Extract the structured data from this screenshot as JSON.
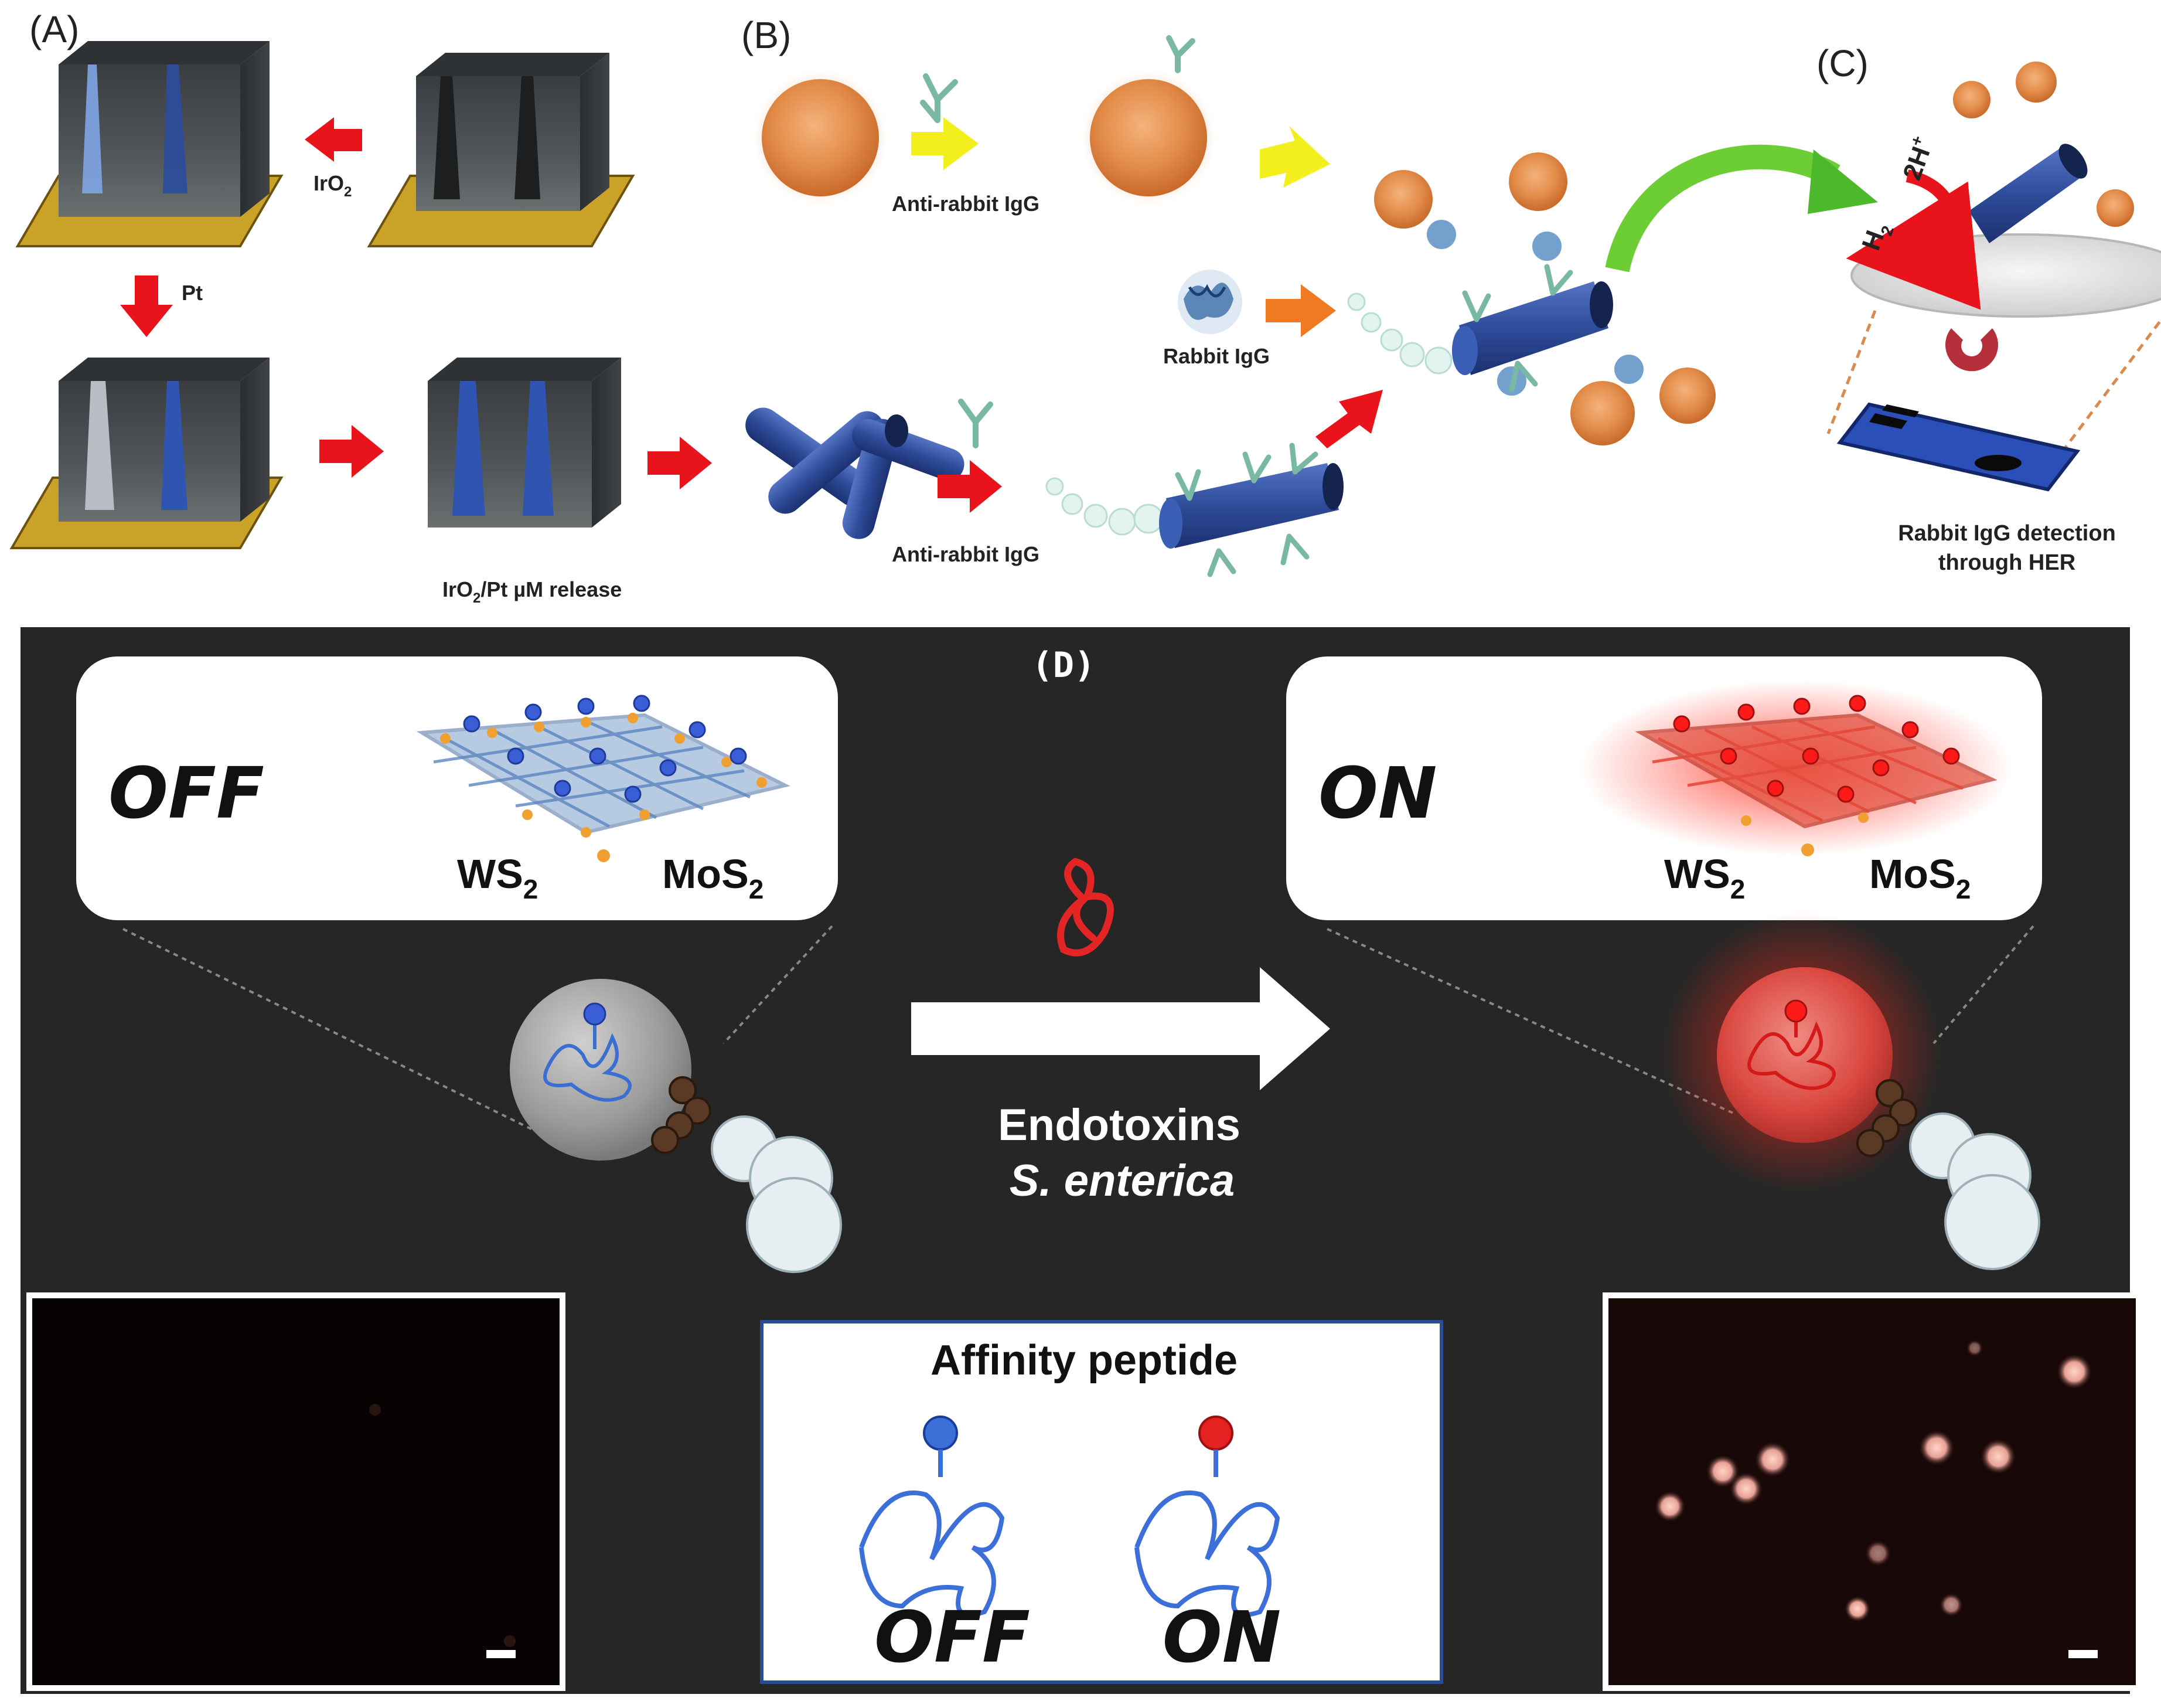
{
  "panel_a": {
    "label": "(A)",
    "step_iro2": "IrO",
    "step_iro2_sub": "2",
    "step_pt": "Pt",
    "release_pre": "IrO",
    "release_sub": "2",
    "release_post": "/Pt µM release"
  },
  "panel_b": {
    "label": "(B)",
    "antibody_top": "Anti-rabbit IgG",
    "antibody_bottom": "Anti-rabbit IgG",
    "rabbit_igg": "Rabbit IgG"
  },
  "panel_c": {
    "label": "(C)",
    "protons": "2H",
    "protons_sup": "+",
    "hydrogen": "H",
    "hydrogen_sub": "2",
    "detection_line1": "Rabbit IgG detection",
    "detection_line2": "through HER"
  },
  "panel_d": {
    "label": "(D)",
    "off_state": "OFF",
    "on_state": "ON",
    "ws2": "WS",
    "mos2": "MoS",
    "sub2": "2",
    "trigger_line1": "Endotoxins",
    "trigger_line2": "S. enterica",
    "legend_title": "Affinity peptide",
    "legend_off": "OFF",
    "legend_on": "ON"
  },
  "colors": {
    "arrow_red": "#e8131b",
    "arrow_yellow": "#f3ef1c",
    "arrow_orange": "#f07a22",
    "arrow_green": "#6ccd35",
    "tube_blue": "#2f4f9e",
    "panel_d_bg": "#262626",
    "peptide_blue": "#3d6fd8",
    "peptide_red": "#e42222",
    "substrate_gold": "#c9a227"
  }
}
